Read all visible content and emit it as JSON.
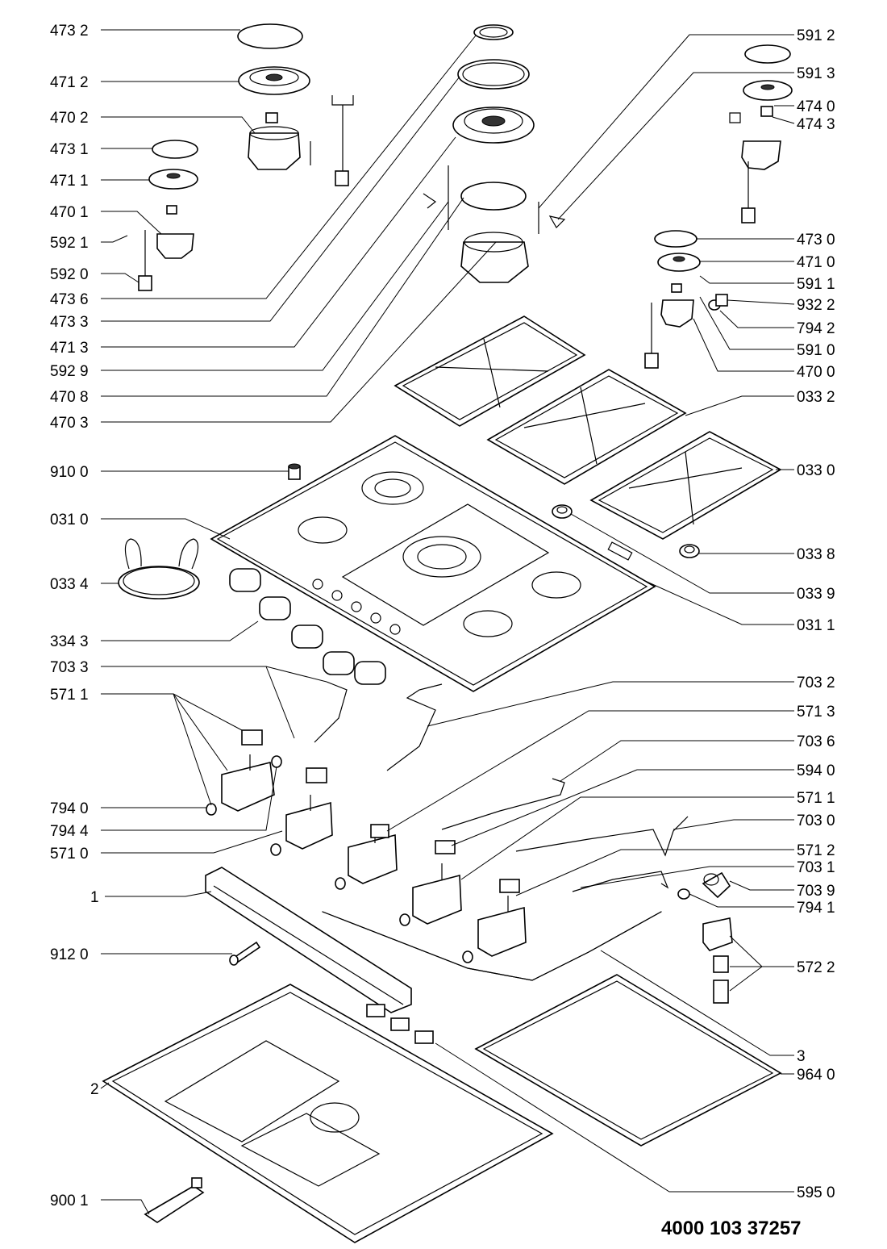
{
  "labels_left": [
    {
      "id": "l1",
      "text": "473 2"
    },
    {
      "id": "l2",
      "text": "471 2"
    },
    {
      "id": "l3",
      "text": "470 2"
    },
    {
      "id": "l4",
      "text": "473 1"
    },
    {
      "id": "l5",
      "text": "471 1"
    },
    {
      "id": "l6",
      "text": "470 1"
    },
    {
      "id": "l7",
      "text": "592 1"
    },
    {
      "id": "l8",
      "text": "592 0"
    },
    {
      "id": "l9",
      "text": "473 6"
    },
    {
      "id": "l10",
      "text": "473 3"
    },
    {
      "id": "l11",
      "text": "471 3"
    },
    {
      "id": "l12",
      "text": "592 9"
    },
    {
      "id": "l13",
      "text": "470 8"
    },
    {
      "id": "l14",
      "text": "470 3"
    },
    {
      "id": "l15",
      "text": "910 0"
    },
    {
      "id": "l16",
      "text": "031 0"
    },
    {
      "id": "l17",
      "text": "033 4"
    },
    {
      "id": "l18",
      "text": "334 3"
    },
    {
      "id": "l19",
      "text": "703 3"
    },
    {
      "id": "l20",
      "text": "571 1"
    },
    {
      "id": "l21",
      "text": "794 0"
    },
    {
      "id": "l22",
      "text": "794 4"
    },
    {
      "id": "l23",
      "text": "571 0"
    },
    {
      "id": "l24",
      "text": "1"
    },
    {
      "id": "l25",
      "text": "912 0"
    },
    {
      "id": "l26",
      "text": "2"
    },
    {
      "id": "l27",
      "text": "900 1"
    }
  ],
  "labels_right": [
    {
      "id": "r1",
      "text": "591 2"
    },
    {
      "id": "r2",
      "text": "591 3"
    },
    {
      "id": "r3",
      "text": "474 0"
    },
    {
      "id": "r4",
      "text": "474 3"
    },
    {
      "id": "r5",
      "text": "473 0"
    },
    {
      "id": "r6",
      "text": "471 0"
    },
    {
      "id": "r7",
      "text": "591 1"
    },
    {
      "id": "r8",
      "text": "932 2"
    },
    {
      "id": "r9",
      "text": "794 2"
    },
    {
      "id": "r10",
      "text": "591 0"
    },
    {
      "id": "r11",
      "text": "470 0"
    },
    {
      "id": "r12",
      "text": "033 2"
    },
    {
      "id": "r13",
      "text": "033 0"
    },
    {
      "id": "r14",
      "text": "033 8"
    },
    {
      "id": "r15",
      "text": "033 9"
    },
    {
      "id": "r16",
      "text": "031 1"
    },
    {
      "id": "r17",
      "text": "703 2"
    },
    {
      "id": "r18",
      "text": "571 3"
    },
    {
      "id": "r19",
      "text": "703 6"
    },
    {
      "id": "r20",
      "text": "594 0"
    },
    {
      "id": "r21",
      "text": "571 1"
    },
    {
      "id": "r22",
      "text": "703 0"
    },
    {
      "id": "r23",
      "text": "571 2"
    },
    {
      "id": "r24",
      "text": "703 1"
    },
    {
      "id": "r25",
      "text": "703 9"
    },
    {
      "id": "r26",
      "text": "794 1"
    },
    {
      "id": "r27",
      "text": "572 2"
    },
    {
      "id": "r28",
      "text": "3"
    },
    {
      "id": "r29",
      "text": "964 0"
    },
    {
      "id": "r30",
      "text": "595 0"
    }
  ],
  "document_number": "4000 103 37257"
}
